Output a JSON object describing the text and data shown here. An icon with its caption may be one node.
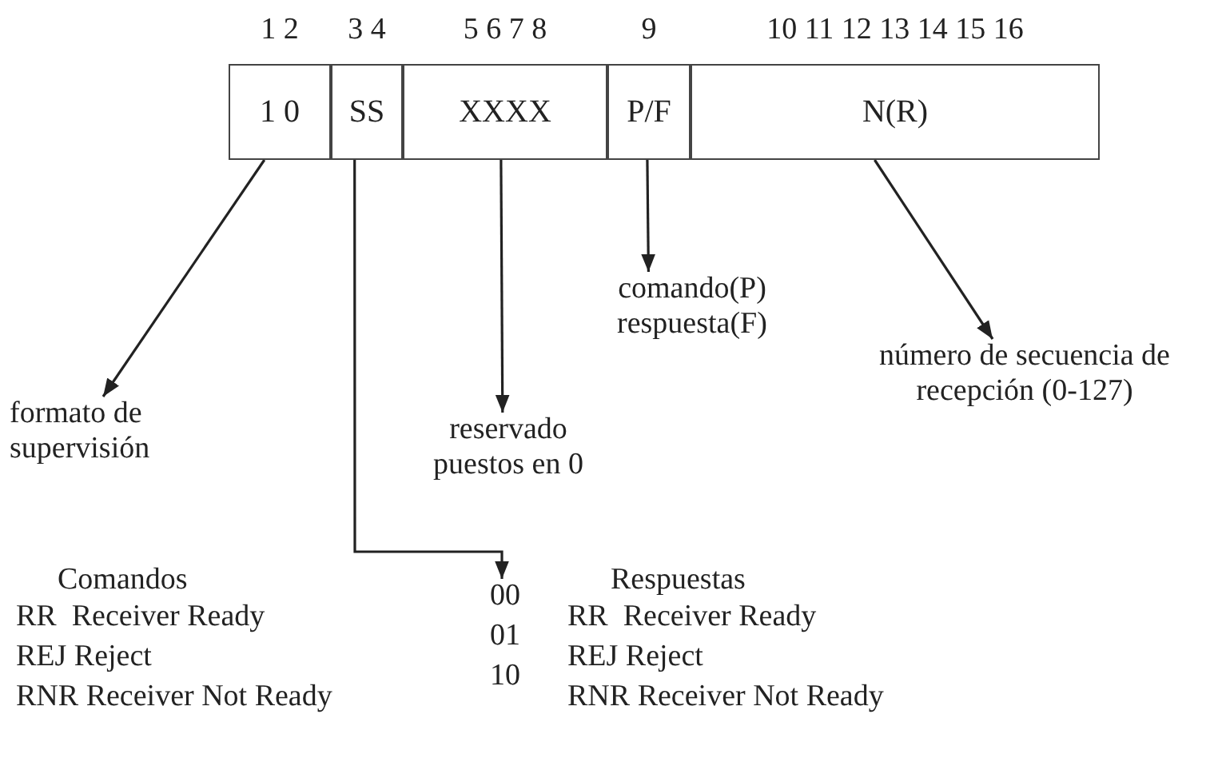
{
  "diagram": {
    "nodes": [
      {
        "text": [
          "1 0"
        ],
        "beside": [
          "1 2"
        ]
      },
      {
        "text": [
          "SS"
        ],
        "beside": [
          "3 4"
        ]
      },
      {
        "text": [
          "XXXX"
        ],
        "beside": [
          "5 6 7 8"
        ]
      },
      {
        "text": [
          "P/F"
        ],
        "beside": [
          "9"
        ]
      },
      {
        "text": [
          "N(R)"
        ],
        "beside": [
          "10 11 12 13 14 15 16"
        ]
      },
      {
        "text": [
          "formato de supervisión"
        ]
      },
      {
        "text": [
          "reservado puestos en 0"
        ]
      },
      {
        "text": [
          "comando(P) respuesta(F)"
        ]
      },
      {
        "text": [
          "número de secuencia de recepción (0-127)"
        ]
      },
      {
        "text": [
          "00",
          "01",
          "10"
        ]
      }
    ],
    "edges": [
      {
        "from": 0,
        "to": 5,
        "arrow": "to"
      },
      {
        "from": 1,
        "to": 9,
        "arrow": "to"
      },
      {
        "from": 2,
        "to": 6,
        "arrow": "to"
      },
      {
        "from": 3,
        "to": 7,
        "arrow": "to"
      },
      {
        "from": 4,
        "to": 8,
        "arrow": "to"
      }
    ],
    "labels": [
      "Comandos",
      "Respuestas",
      "RR  Receiver Ready",
      "RR  Receiver Ready",
      "REJ Reject",
      "REJ Reject",
      "RNR Receiver Not Ready",
      "RNR Receiver Not Ready"
    ]
  }
}
